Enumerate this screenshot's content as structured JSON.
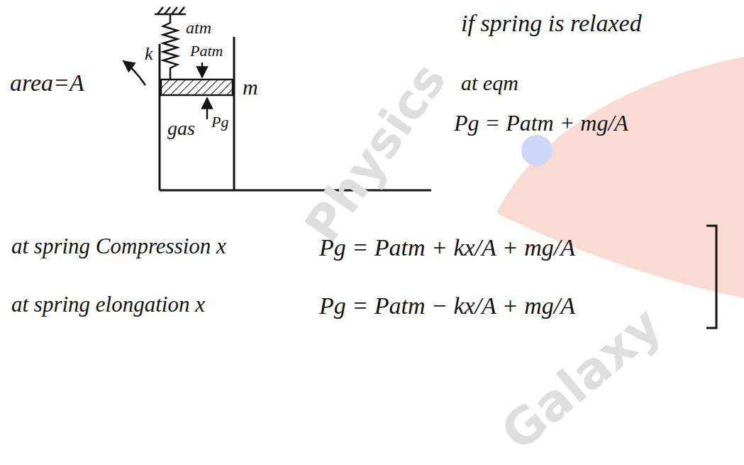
{
  "diagram": {
    "labels": [
      "atm",
      "k",
      "Patm",
      "m",
      "area=A",
      "gas",
      "Pg",
      "if spring is relaxed",
      "at eqm",
      "Pg = Patm + mg/A",
      "at spring Compression x",
      "Pg = Patm + kx/A + mg/A",
      "at spring elongation x",
      "Pg = Patm − kx/A + mg/A",
      "Physics",
      "Galaxy"
    ]
  }
}
